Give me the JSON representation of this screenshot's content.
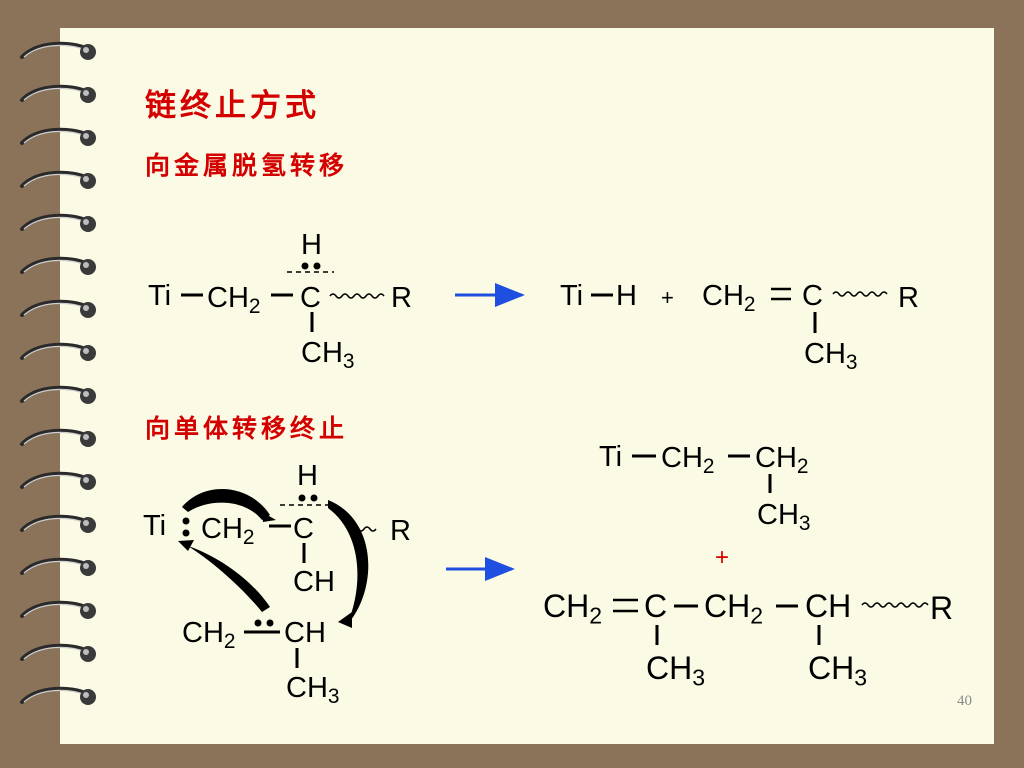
{
  "headings": {
    "main": "链终止方式",
    "sub1": "向金属脱氢转移",
    "sub2": "向单体转移终止"
  },
  "chem": {
    "ti": "Ti",
    "h": "H",
    "r": "R",
    "c": "C",
    "ch": "CH",
    "ch2_base": "CH",
    "ch3_base": "CH",
    "sub2": "2",
    "sub3": "3",
    "plus": "+"
  },
  "page_number": "40",
  "colors": {
    "frame": "#8b735a",
    "page": "#fbfae4",
    "heading": "#d40000",
    "arrow_blue": "#1f4fe0",
    "page_number": "#8a8a8a"
  }
}
